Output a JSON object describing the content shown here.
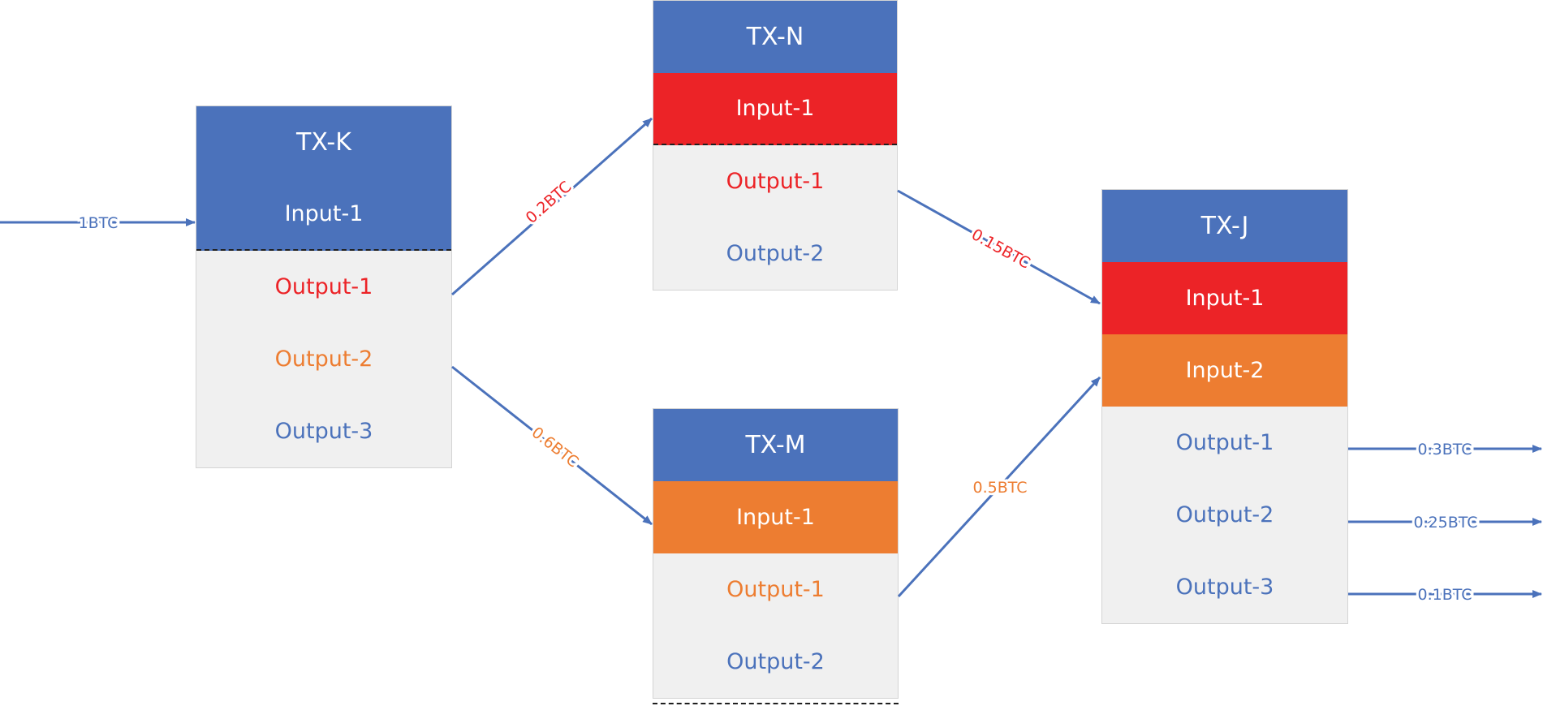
{
  "colors": {
    "header_blue": "#4b72bb",
    "red": "#ec2327",
    "orange": "#ed7d31",
    "body_bg": "#f0f0f0",
    "text_blue": "#4b72bb",
    "text_red": "#ec2327",
    "text_orange": "#ed7d31"
  },
  "transactions": {
    "tx_k": {
      "title": "TX-K",
      "inputs": [
        "Input-1"
      ],
      "outputs": [
        "Output-1",
        "Output-2",
        "Output-3"
      ]
    },
    "tx_n": {
      "title": "TX-N",
      "inputs": [
        "Input-1"
      ],
      "outputs": [
        "Output-1",
        "Output-2"
      ]
    },
    "tx_m": {
      "title": "TX-M",
      "inputs": [
        "Input-1"
      ],
      "outputs": [
        "Output-1",
        "Output-2"
      ]
    },
    "tx_j": {
      "title": "TX-J",
      "inputs": [
        "Input-1",
        "Input-2"
      ],
      "outputs": [
        "Output-1",
        "Output-2",
        "Output-3"
      ]
    }
  },
  "flows": {
    "incoming": "1BTC",
    "k_to_n": "0.2BTC",
    "k_to_m": "0.6BTC",
    "n_to_j": "0.15BTC",
    "m_to_j": "0.5BTC",
    "j_out_1": "0.3BTC",
    "j_out_2": "0.25BTC",
    "j_out_3": "0.1BTC"
  }
}
